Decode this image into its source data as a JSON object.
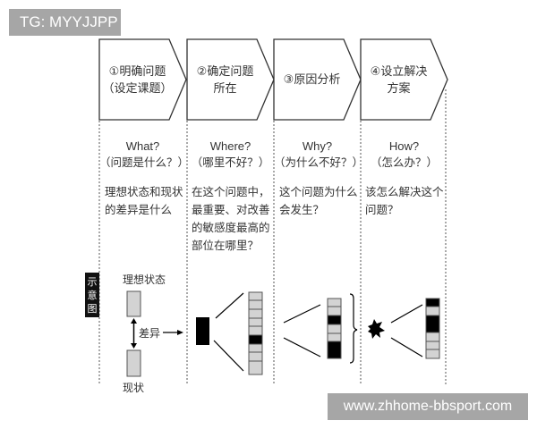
{
  "watermarks": {
    "top": "TG: MYYJJPP",
    "bottom": "www.zhhome-bbsport.com"
  },
  "steps": [
    {
      "label_l1": "①明确问题",
      "label_l2": "（设定课题）",
      "q_en": "What?",
      "q_cn": "（问题是什么？）",
      "desc": [
        "理想状态和现状",
        "的差异是什么"
      ]
    },
    {
      "label_l1": "②确定问题",
      "label_l2": "所在",
      "q_en": "Where?",
      "q_cn": "（哪里不好？）",
      "desc": [
        "在这个问题中，",
        "最重要、对改善",
        "的敏感度最高的",
        "部位在哪里？"
      ]
    },
    {
      "label_l1": "③原因分析",
      "label_l2": "",
      "q_en": "Why?",
      "q_cn": "（为什么不好？）",
      "desc": [
        "这个问题为什么",
        "会发生？"
      ]
    },
    {
      "label_l1": "④设立解决",
      "label_l2": "方案",
      "q_en": "How?",
      "q_cn": "（怎么办？）",
      "desc": [
        "该怎么解决这个",
        "问题？"
      ]
    }
  ],
  "schematic": {
    "tag": "示意图",
    "ideal_label": "理想状态",
    "gap_label": "差异",
    "current_label": "现状"
  },
  "colors": {
    "gray_fill": "#d3d3d3",
    "black_fill": "#000000",
    "outline": "#333333",
    "watermark_bg": "#a6a6a6"
  }
}
